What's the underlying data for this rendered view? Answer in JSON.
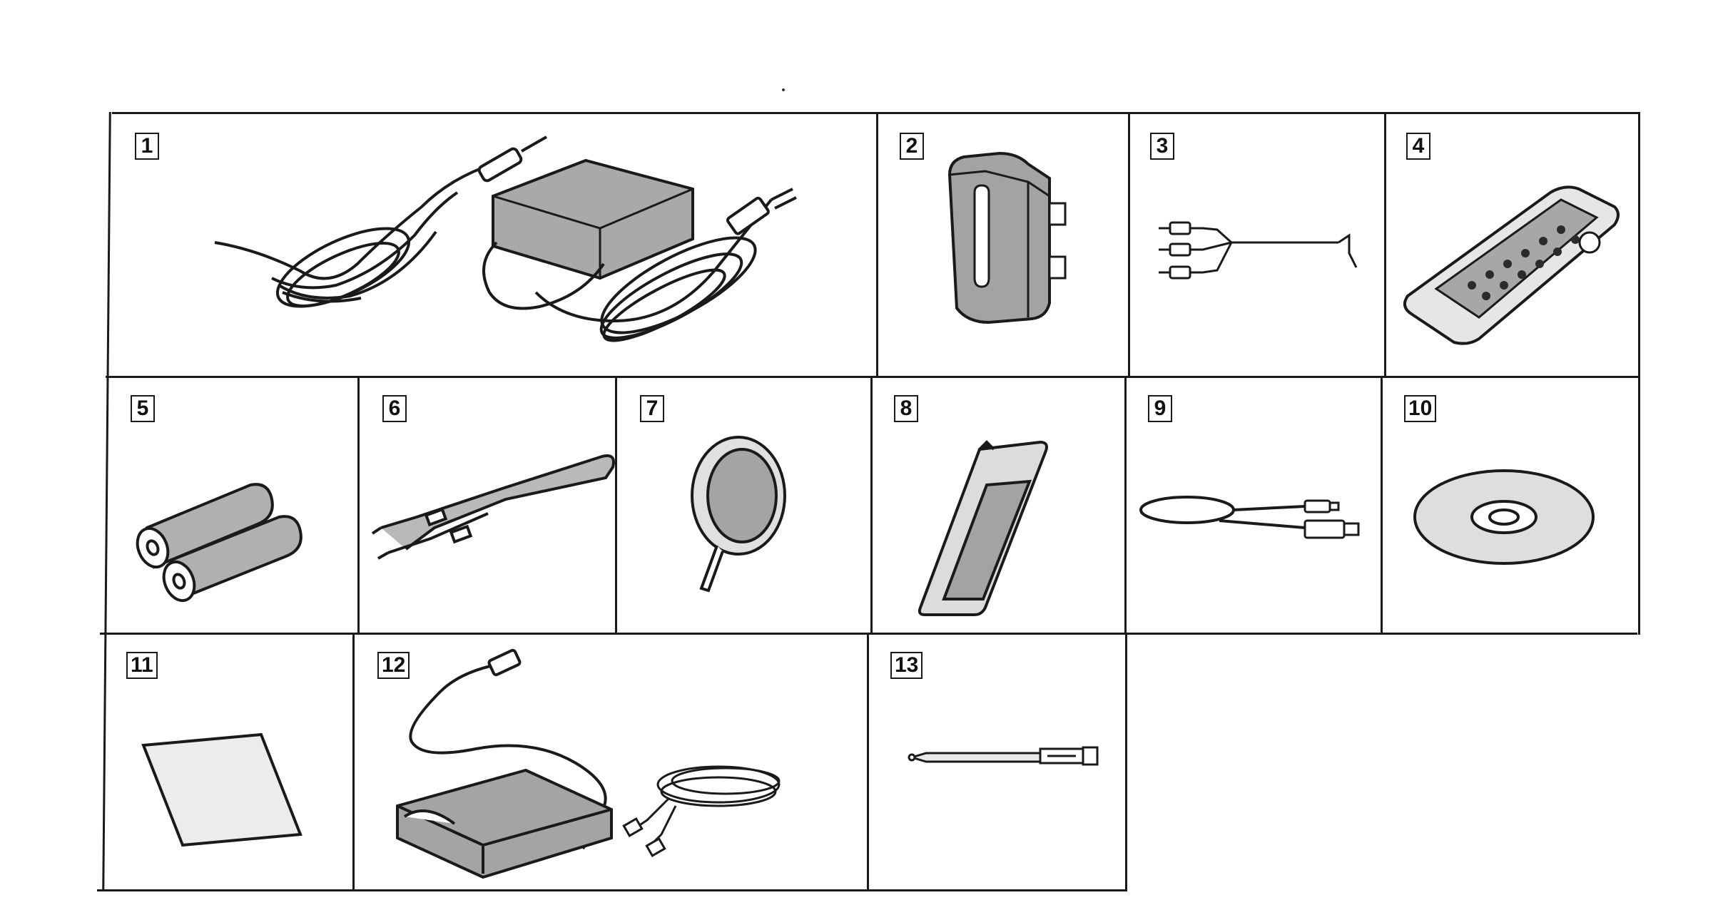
{
  "items": [
    {
      "number": "1",
      "icon": "ac-adaptor-icon"
    },
    {
      "number": "2",
      "icon": "battery-pack-icon"
    },
    {
      "number": "3",
      "icon": "av-cable-icon"
    },
    {
      "number": "4",
      "icon": "remote-control-icon"
    },
    {
      "number": "5",
      "icon": "aa-batteries-icon"
    },
    {
      "number": "6",
      "icon": "shoulder-strap-icon"
    },
    {
      "number": "7",
      "icon": "lens-cap-icon"
    },
    {
      "number": "8",
      "icon": "memory-stick-icon"
    },
    {
      "number": "9",
      "icon": "usb-cable-icon"
    },
    {
      "number": "10",
      "icon": "cd-rom-icon"
    },
    {
      "number": "11",
      "icon": "cleaning-cloth-icon"
    },
    {
      "number": "12",
      "icon": "memory-stick-reader-icon"
    },
    {
      "number": "13",
      "icon": "stylus-pen-icon"
    }
  ],
  "colors": {
    "line": "#1a1a1a",
    "shade": "#9a9a9a",
    "paper": "#ffffff"
  }
}
